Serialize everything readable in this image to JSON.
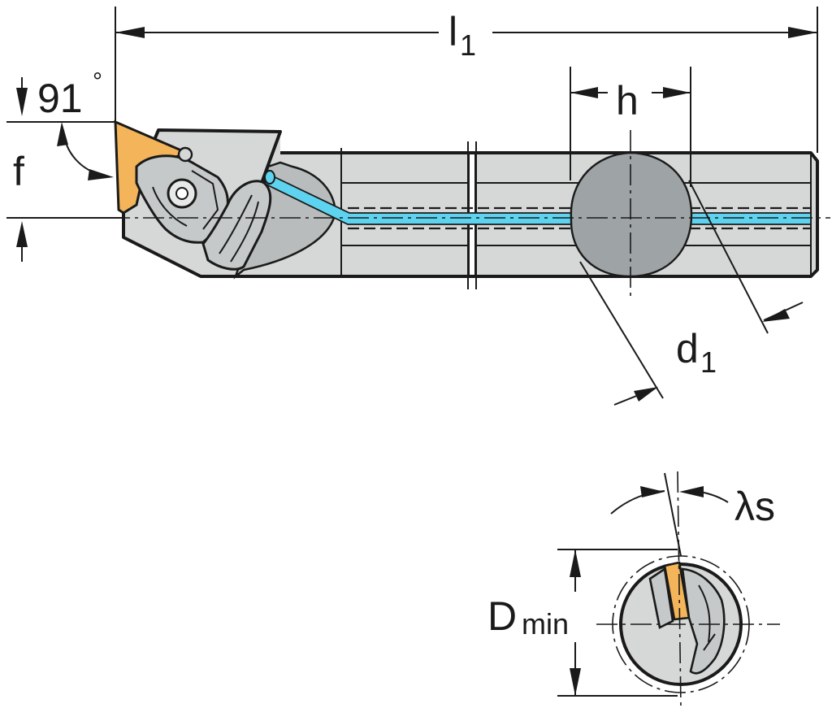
{
  "labels": {
    "l1": "l",
    "l1_sub": "1",
    "h": "h",
    "angle": "91",
    "angle_deg": "°",
    "f": "f",
    "d1": "d",
    "d1_sub": "1",
    "lambda_s": "λs",
    "dmin": "D",
    "dmin_sub": "min"
  },
  "colors": {
    "background": "#ffffff",
    "body_gray": "#d6d8d8",
    "dark_gray": "#a9abab",
    "section_gray": "#9ea4a6",
    "insert_orange": "#f3b45a",
    "coolant_blue": "#5ed3ef",
    "line": "#1a1a1a"
  }
}
